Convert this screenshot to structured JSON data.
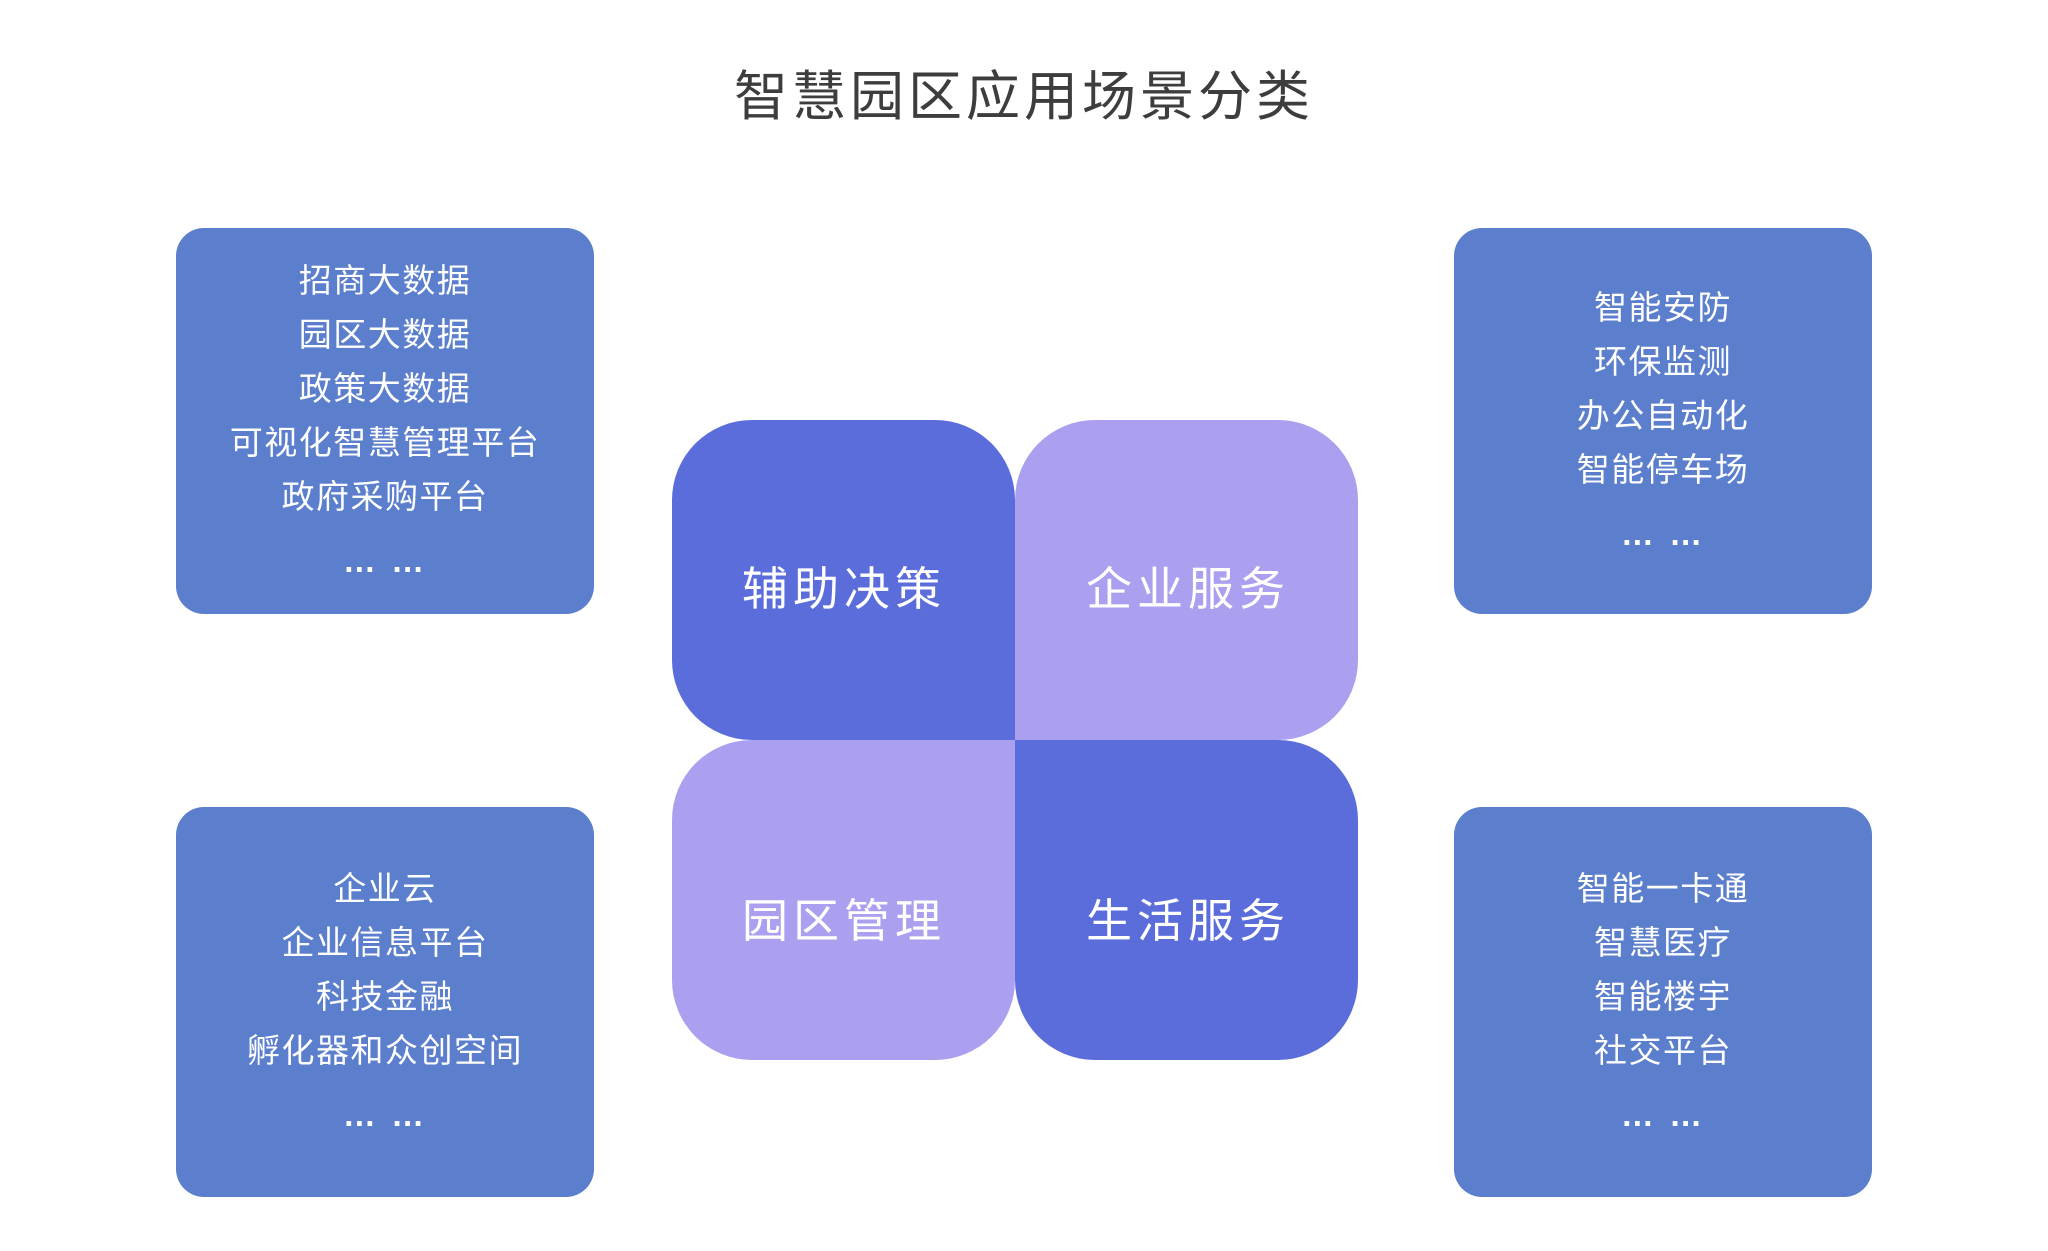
{
  "title": "智慧园区应用场景分类",
  "colors": {
    "box_blue": "#5b7ecd",
    "petal_dark": "#5b6cdb",
    "petal_light": "#aba0f0",
    "title_color": "#3d3d3d",
    "text_white": "#ffffff"
  },
  "petals": {
    "top_left": {
      "label": "辅助决策"
    },
    "top_right": {
      "label": "企业服务"
    },
    "bottom_left": {
      "label": "园区管理"
    },
    "bottom_right": {
      "label": "生活服务"
    }
  },
  "boxes": {
    "top_left": {
      "items": [
        "招商大数据",
        "园区大数据",
        "政策大数据",
        "可视化智慧管理平台",
        "政府采购平台"
      ],
      "ellipsis": "… …"
    },
    "top_right": {
      "items": [
        "智能安防",
        "环保监测",
        "办公自动化",
        "智能停车场"
      ],
      "ellipsis": "… …"
    },
    "bottom_left": {
      "items": [
        "企业云",
        "企业信息平台",
        "科技金融",
        "孵化器和众创空间"
      ],
      "ellipsis": "… …"
    },
    "bottom_right": {
      "items": [
        "智能一卡通",
        "智慧医疗",
        "智能楼宇",
        "社交平台"
      ],
      "ellipsis": "… …"
    }
  }
}
